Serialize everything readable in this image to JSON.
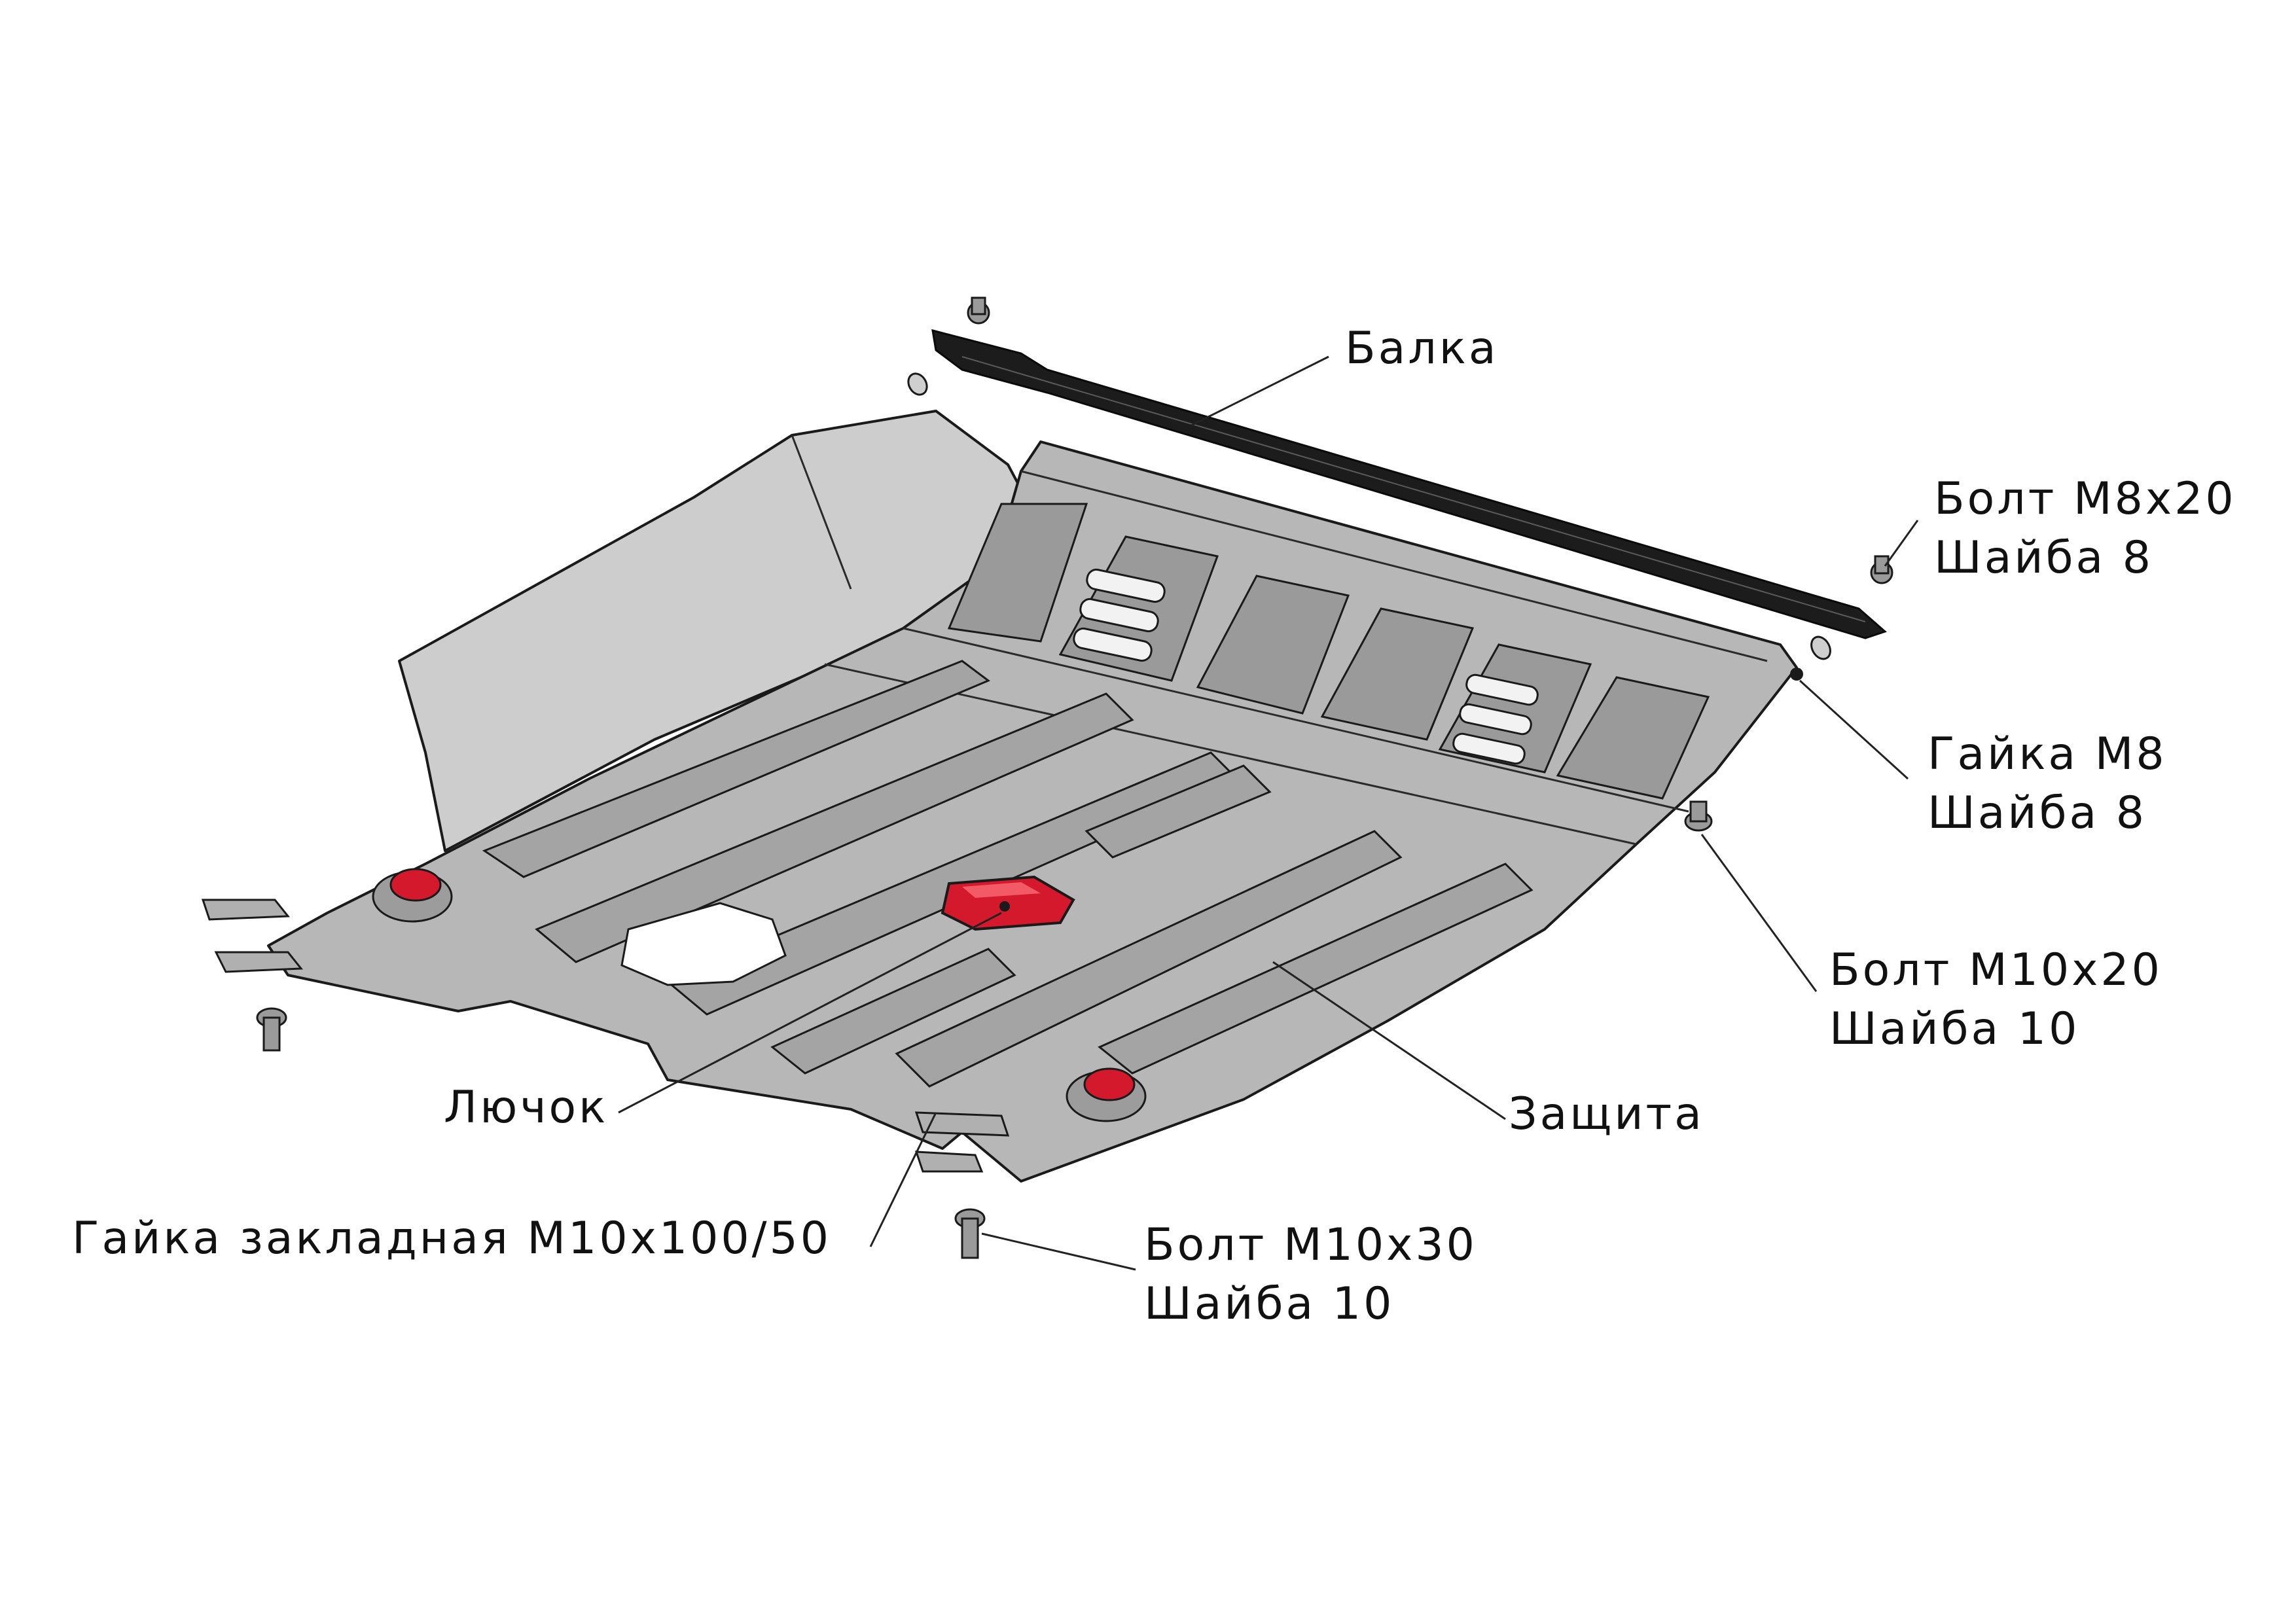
{
  "labels": {
    "balka": "Балка",
    "bolt_m8x20": "Болт М8x20",
    "shaiba_8_a": "Шайба 8",
    "gaika_m8": "Гайка М8",
    "shaiba_8_b": "Шайба 8",
    "bolt_m10x20": "Болт М10x20",
    "shaiba_10_a": "Шайба 10",
    "zashchita": "Защита",
    "lyuchok": "Лючок",
    "gaika_zakladnaya": "Гайка закладная М10x100/50",
    "bolt_m10x30": "Болт М10x30",
    "shaiba_10_b": "Шайба 10"
  },
  "colors": {
    "plate": "#b9b9b9",
    "plate_dark": "#8e8e8e",
    "flap": "#cfcfcf",
    "beam": "#1c1c1c",
    "accent_red": "#d3192b",
    "line": "#1a1a1a"
  }
}
